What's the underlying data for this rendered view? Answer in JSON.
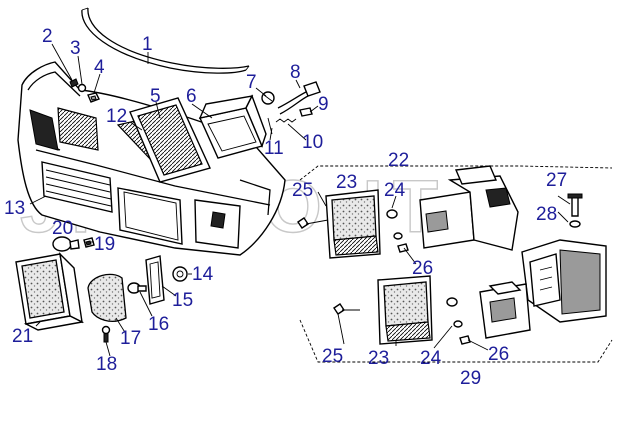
{
  "watermark": "JMOTO.IT",
  "callouts": [
    {
      "id": "c1",
      "label": "1"
    },
    {
      "id": "c2",
      "label": "2"
    },
    {
      "id": "c3",
      "label": "3"
    },
    {
      "id": "c4",
      "label": "4"
    },
    {
      "id": "c5",
      "label": "5"
    },
    {
      "id": "c6",
      "label": "6"
    },
    {
      "id": "c7",
      "label": "7"
    },
    {
      "id": "c8",
      "label": "8"
    },
    {
      "id": "c9",
      "label": "9"
    },
    {
      "id": "c10",
      "label": "10"
    },
    {
      "id": "c11",
      "label": "11"
    },
    {
      "id": "c12",
      "label": "12"
    },
    {
      "id": "c13",
      "label": "13"
    },
    {
      "id": "c14",
      "label": "14"
    },
    {
      "id": "c15",
      "label": "15"
    },
    {
      "id": "c16",
      "label": "16"
    },
    {
      "id": "c17",
      "label": "17"
    },
    {
      "id": "c18",
      "label": "18"
    },
    {
      "id": "c19",
      "label": "19"
    },
    {
      "id": "c20",
      "label": "20"
    },
    {
      "id": "c21",
      "label": "21"
    },
    {
      "id": "c22",
      "label": "22"
    },
    {
      "id": "c23a",
      "label": "23"
    },
    {
      "id": "c24a",
      "label": "24"
    },
    {
      "id": "c25a",
      "label": "25"
    },
    {
      "id": "c26a",
      "label": "26"
    },
    {
      "id": "c27",
      "label": "27"
    },
    {
      "id": "c28",
      "label": "28"
    },
    {
      "id": "c25b",
      "label": "25"
    },
    {
      "id": "c23b",
      "label": "23"
    },
    {
      "id": "c24b",
      "label": "24"
    },
    {
      "id": "c26b",
      "label": "26"
    },
    {
      "id": "c29",
      "label": "29"
    }
  ],
  "colors": {
    "callout": "#1e1e9a",
    "line": "#000000",
    "watermark": "#c8c8c8"
  }
}
